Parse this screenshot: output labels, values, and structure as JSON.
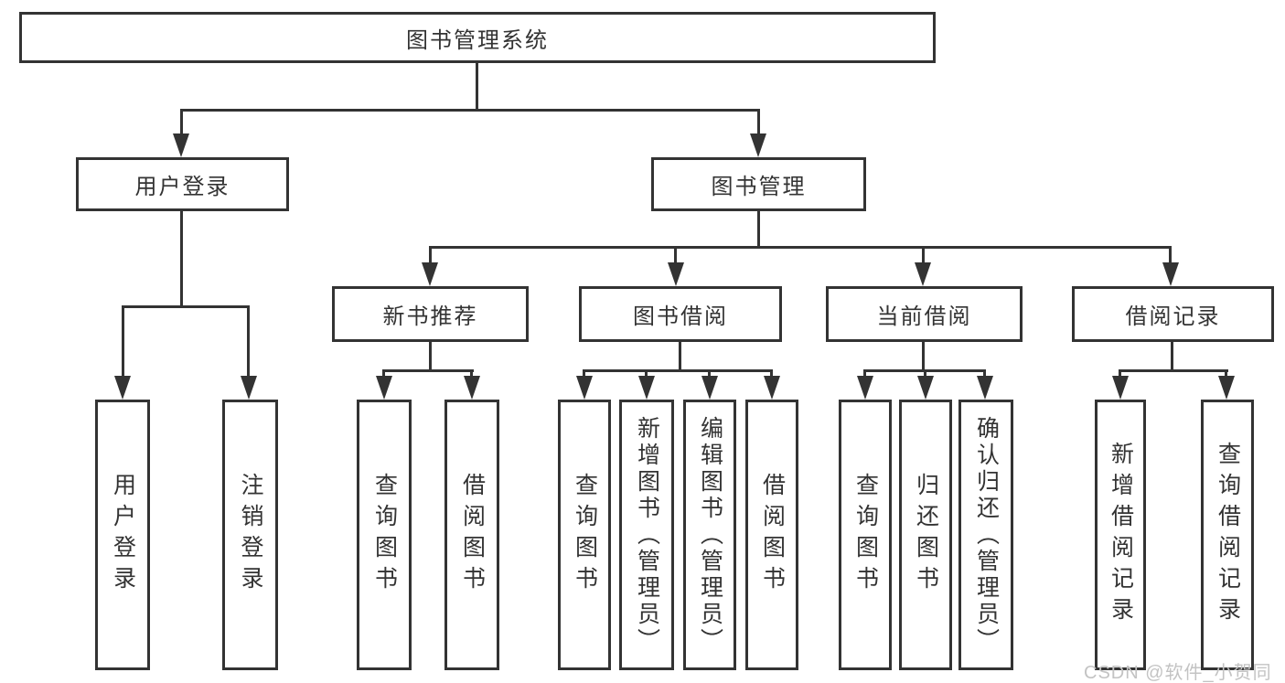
{
  "tree": {
    "root": {
      "label": "图书管理系统"
    },
    "branches": [
      {
        "label": "用户登录",
        "leaves": [
          "用户登录",
          "注销登录"
        ]
      },
      {
        "label": "图书管理",
        "groups": [
          {
            "label": "新书推荐",
            "leaves": [
              "查询图书",
              "借阅图书"
            ]
          },
          {
            "label": "图书借阅",
            "leaves": [
              "查询图书",
              "新增图书（管理员）",
              "编辑图书（管理员）",
              "借阅图书"
            ]
          },
          {
            "label": "当前借阅",
            "leaves": [
              "查询图书",
              "归还图书",
              "确认归还（管理员）"
            ]
          },
          {
            "label": "借阅记录",
            "leaves": [
              "新增借阅记录",
              "查询借阅记录"
            ]
          }
        ]
      }
    ]
  },
  "watermark": {
    "text": "CSDN @软件_小贺同学"
  },
  "colors": {
    "line": "#333333",
    "text": "#333333",
    "watermark": "#c3c3c3",
    "background": "#ffffff"
  }
}
